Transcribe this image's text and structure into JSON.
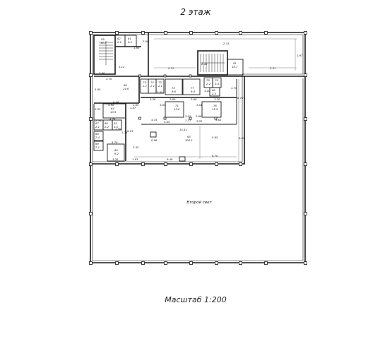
{
  "header": {
    "title": "2 этаж"
  },
  "footer": {
    "scale": "Масштаб 1:200"
  },
  "rooms": {
    "r59": {
      "num": "59",
      "area": "16.7"
    },
    "r62": {
      "num": "62",
      "area": "2.2"
    },
    "r61": {
      "num": "61",
      "area": "2.2"
    },
    "r60": {
      "num": "60",
      "area": "24.6"
    },
    "r75": {
      "num": "75",
      "area": "2.1"
    },
    "r74": {
      "num": "74",
      "area": "2.1"
    },
    "r73": {
      "num": "73",
      "area": "2.1"
    },
    "r72": {
      "num": "72",
      "area": "9.6"
    },
    "r77": {
      "num": "77",
      "area": "9.4"
    },
    "r78": {
      "num": "78",
      "area": "2.2"
    },
    "r79": {
      "num": "79",
      "area": "2.4"
    },
    "r80": {
      "num": "80",
      "area": "2.5"
    },
    "r71": {
      "num": "71",
      "area": "15.8"
    },
    "r76": {
      "num": "76",
      "area": "15.5"
    },
    "r81": {
      "num": "81",
      "area": "16.7"
    },
    "r64": {
      "num": "64",
      "area": "10.9"
    },
    "r67": {
      "num": "67",
      "area": "2.1"
    },
    "r66": {
      "num": "66",
      "area": "2.2"
    },
    "r65": {
      "num": "65",
      "area": "2.5"
    },
    "r68": {
      "num": "68",
      "area": "2.4"
    },
    "r69": {
      "num": "69",
      "area": "2.1"
    },
    "r63": {
      "num": "63",
      "area": "9.2"
    },
    "r83": {
      "num": "63",
      "area": "300.1"
    },
    "r_small": {
      "num": "",
      "area": "0.96"
    }
  },
  "labels": {
    "second_light": "Второй свет"
  },
  "dims": {
    "d1": "2.31",
    "d2": "2.31",
    "d3": "2.31",
    "d4": "1.97",
    "d5": "3.70",
    "d6": "2.80",
    "d7": "2.00",
    "d8": "1.60",
    "d9": "3.12",
    "d10": "2.40",
    "d11": "5.90",
    "d12": "6.46",
    "d13": "3.26",
    "d14": "2.60",
    "d15": "2.88",
    "d16": "3.20",
    "d17": "1.85",
    "d18": "4.78",
    "d19": "1.07",
    "d20": "5.70",
    "d21": "3.65",
    "d22": "15.41",
    "d23": "5.95",
    "d24": "9.13",
    "d25": "2.35",
    "d26": "1.83",
    "d27": "9.48",
    "d28": "8.70",
    "d29": "5.62",
    "d30": "3.25",
    "d31": "2.36",
    "d32": "1.55",
    "d33": "6.70",
    "d34": "5.85",
    "d35": "3.20",
    "d36": "1.75",
    "d37": "3.01",
    "d38": "4.75",
    "d39": "1.50",
    "d40": "1.25",
    "d41": "2.08",
    "d42": "3.01",
    "d43": "3.62",
    "d44": "3.01",
    "d45": "1.37",
    "d46": "2.96",
    "d47": "3.52"
  }
}
